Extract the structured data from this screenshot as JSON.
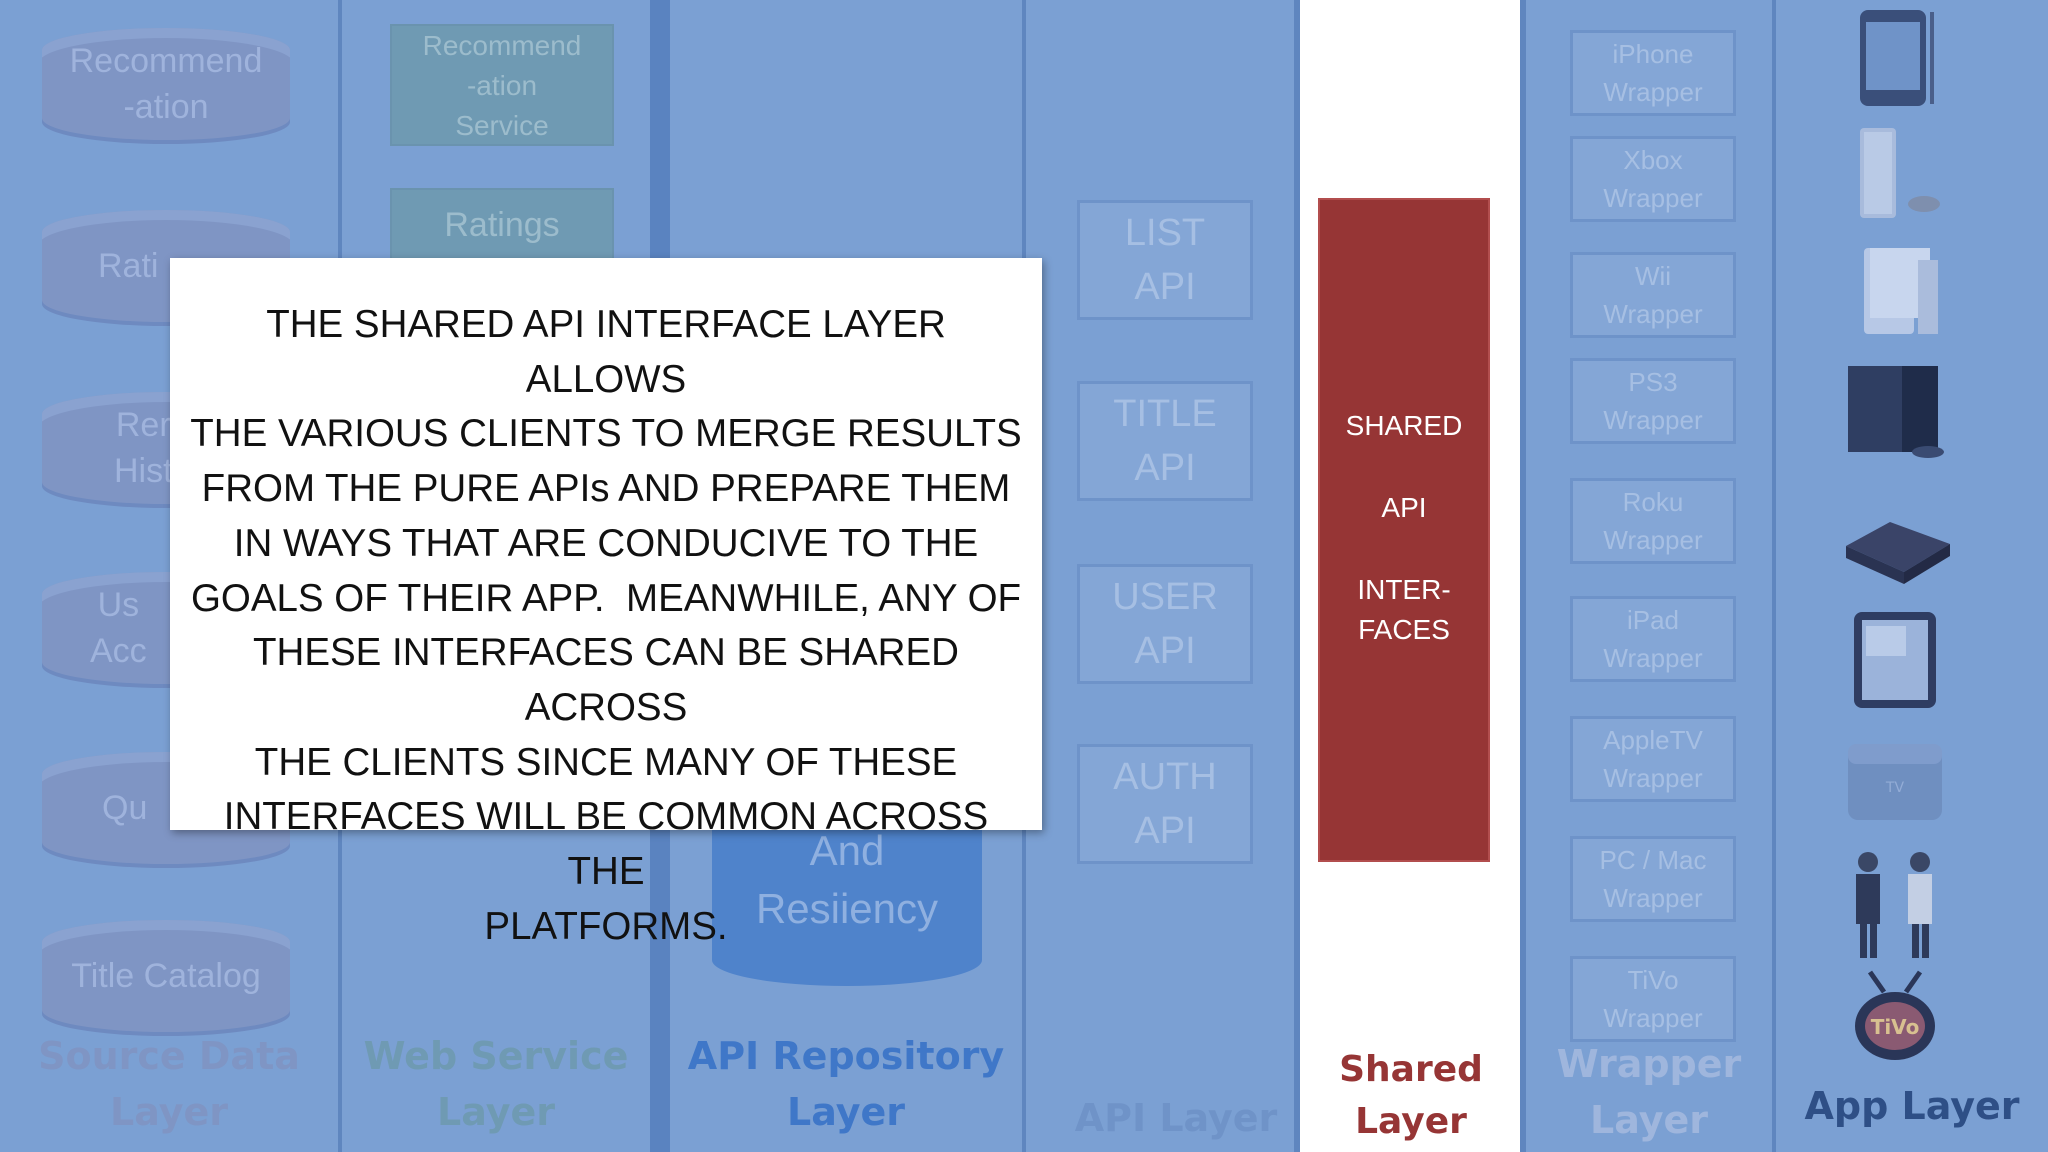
{
  "columns": {
    "source_data": {
      "label_line1": "Source Data",
      "label_line2": "Layer",
      "items": [
        "Recommend\n-ation",
        "Rati",
        "Rer\nHist",
        "Us\nAcc",
        "Qu",
        "Title Catalog"
      ]
    },
    "web_service": {
      "label_line1": "Web Service",
      "label_line2": "Layer",
      "items": [
        "Recommend\n-ation\nService",
        "Ratings"
      ]
    },
    "api_repository": {
      "label_line1": "API Repository",
      "label_line2": "Layer",
      "resiliency_line1": "And",
      "resiliency_line2": "Resiiency"
    },
    "api": {
      "label": "API Layer",
      "items": [
        {
          "line1": "LIST",
          "line2": "API"
        },
        {
          "line1": "TITLE",
          "line2": "API"
        },
        {
          "line1": "USER",
          "line2": "API"
        },
        {
          "line1": "AUTH",
          "line2": "API"
        }
      ]
    },
    "shared": {
      "label_line1": "Shared",
      "label_line2": "Layer",
      "bar_line1": "SHARED",
      "bar_line2": "API",
      "bar_line3": "INTER-",
      "bar_line4": "FACES"
    },
    "wrapper": {
      "label_line1": "Wrapper",
      "label_line2": "Layer",
      "items": [
        {
          "line1": "iPhone",
          "line2": "Wrapper"
        },
        {
          "line1": "Xbox",
          "line2": "Wrapper"
        },
        {
          "line1": "Wii",
          "line2": "Wrapper"
        },
        {
          "line1": "PS3",
          "line2": "Wrapper"
        },
        {
          "line1": "Roku",
          "line2": "Wrapper"
        },
        {
          "line1": "iPad",
          "line2": "Wrapper"
        },
        {
          "line1": "AppleTV",
          "line2": "Wrapper"
        },
        {
          "line1": "PC / Mac",
          "line2": "Wrapper"
        },
        {
          "line1": "TiVo",
          "line2": "Wrapper"
        }
      ]
    },
    "app": {
      "label": "App Layer",
      "devices": [
        "iphone-icon",
        "xbox-icon",
        "wii-icon",
        "ps3-icon",
        "roku-icon",
        "ipad-icon",
        "appletv-icon",
        "pc-mac-icon",
        "tivo-icon"
      ]
    }
  },
  "overlay": {
    "lines": [
      "THE SHARED API INTERFACE LAYER ALLOWS",
      "THE VARIOUS CLIENTS TO MERGE RESULTS",
      "FROM THE PURE APIs AND PREPARE THEM",
      "IN WAYS THAT ARE CONDUCIVE TO THE",
      "GOALS OF THEIR APP.  MEANWHILE, ANY OF",
      "THESE INTERFACES CAN BE SHARED ACROSS",
      "THE CLIENTS SINCE MANY OF THESE",
      "INTERFACES WILL BE COMMON ACROSS THE",
      "PLATFORMS."
    ]
  },
  "colors": {
    "background": "#7da1d4",
    "shared_bar": "#963535",
    "shared_label": "#963535",
    "source_label": "#7f95c4",
    "web_label": "#6f9ab3",
    "repo_label": "#3f77c8",
    "api_label": "#6f93c8",
    "wrapper_label": "#9fb6dd",
    "app_label": "#2e4f86"
  }
}
